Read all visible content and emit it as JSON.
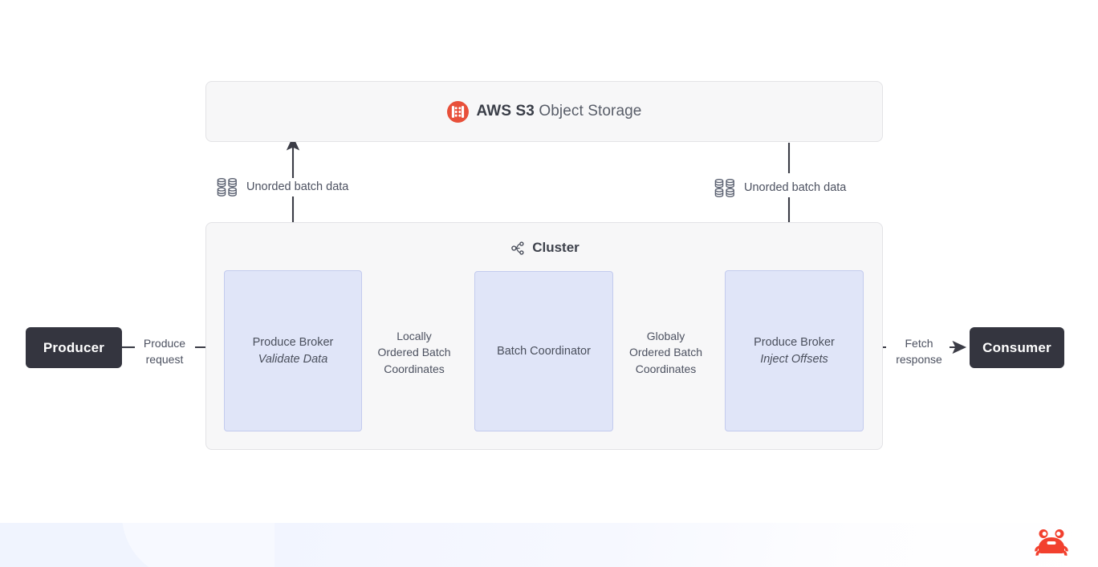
{
  "diagram": {
    "title": "AWS S3 Object Storage and Cluster data flow",
    "colors": {
      "s3_accent": "#e8503a",
      "node_fill": "#e0e5f8",
      "node_border": "#c3cbee",
      "panel_fill": "#f7f7f8",
      "panel_border": "#e3e3e6",
      "endpoint_fill": "#34353f",
      "arrow": "#3b3c46",
      "text": "#4c5160",
      "band_fill": "#f0f4fe",
      "crab": "#f2402e"
    },
    "storage_panel": {
      "icon": "aws-s3-bucket-icon",
      "title_strong": "AWS S3",
      "title_light": "Object Storage"
    },
    "cluster_panel": {
      "icon": "cluster-network-icon",
      "title": "Cluster",
      "nodes": [
        {
          "title": "Produce Broker",
          "subtitle": "Validate Data"
        },
        {
          "title": "Batch Coordinator",
          "subtitle": ""
        },
        {
          "title": "Produce Broker",
          "subtitle": "Inject Offsets"
        }
      ]
    },
    "endpoints": {
      "producer": "Producer",
      "consumer": "Consumer"
    },
    "edge_labels": {
      "produce_request": "Produce\nrequest",
      "produce_request_line1": "Produce",
      "produce_request_line2": "request",
      "locally_line1": "Locally",
      "locally_line2": "Ordered Batch",
      "locally_line3": "Coordinates",
      "globaly_line1": "Globaly",
      "globaly_line2": "Ordered Batch",
      "globaly_line3": "Coordinates",
      "fetch_line1": "Fetch",
      "fetch_line2": "response"
    },
    "batch_labels": {
      "left": {
        "icon": "database-grid-icon",
        "text": "Unorded batch data"
      },
      "right": {
        "icon": "database-grid-icon",
        "text": "Unorded batch data"
      }
    },
    "branding": {
      "logo": "crab-logo"
    }
  }
}
